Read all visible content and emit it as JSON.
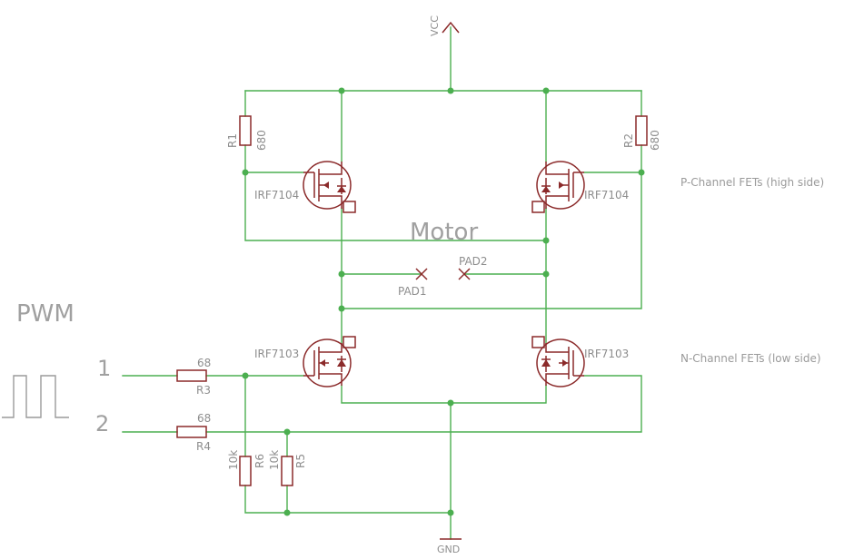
{
  "supply": {
    "vcc_label": "VCC",
    "gnd_label": "GND"
  },
  "motor_label": "Motor",
  "pads": {
    "pad1": "PAD1",
    "pad2": "PAD2"
  },
  "input": {
    "title": "PWM",
    "pin1": "1",
    "pin2": "2"
  },
  "notes": {
    "high_side": "P-Channel FETs (high side)",
    "low_side": "N-Channel FETs (low side)"
  },
  "resistors": {
    "r1": {
      "name": "R1",
      "value": "680"
    },
    "r2": {
      "name": "R2",
      "value": "680"
    },
    "r3": {
      "name": "R3",
      "value": "68"
    },
    "r4": {
      "name": "R4",
      "value": "68"
    },
    "r5": {
      "name": "R5",
      "value": "10k"
    },
    "r6": {
      "name": "R6",
      "value": "10k"
    }
  },
  "fets": {
    "q_tl": "IRF7104",
    "q_tr": "IRF7104",
    "q_bl": "IRF7103",
    "q_br": "IRF7103"
  },
  "colors": {
    "wire": "#4caf50",
    "component": "#8b2a2a",
    "text": "#8e8e8e"
  }
}
